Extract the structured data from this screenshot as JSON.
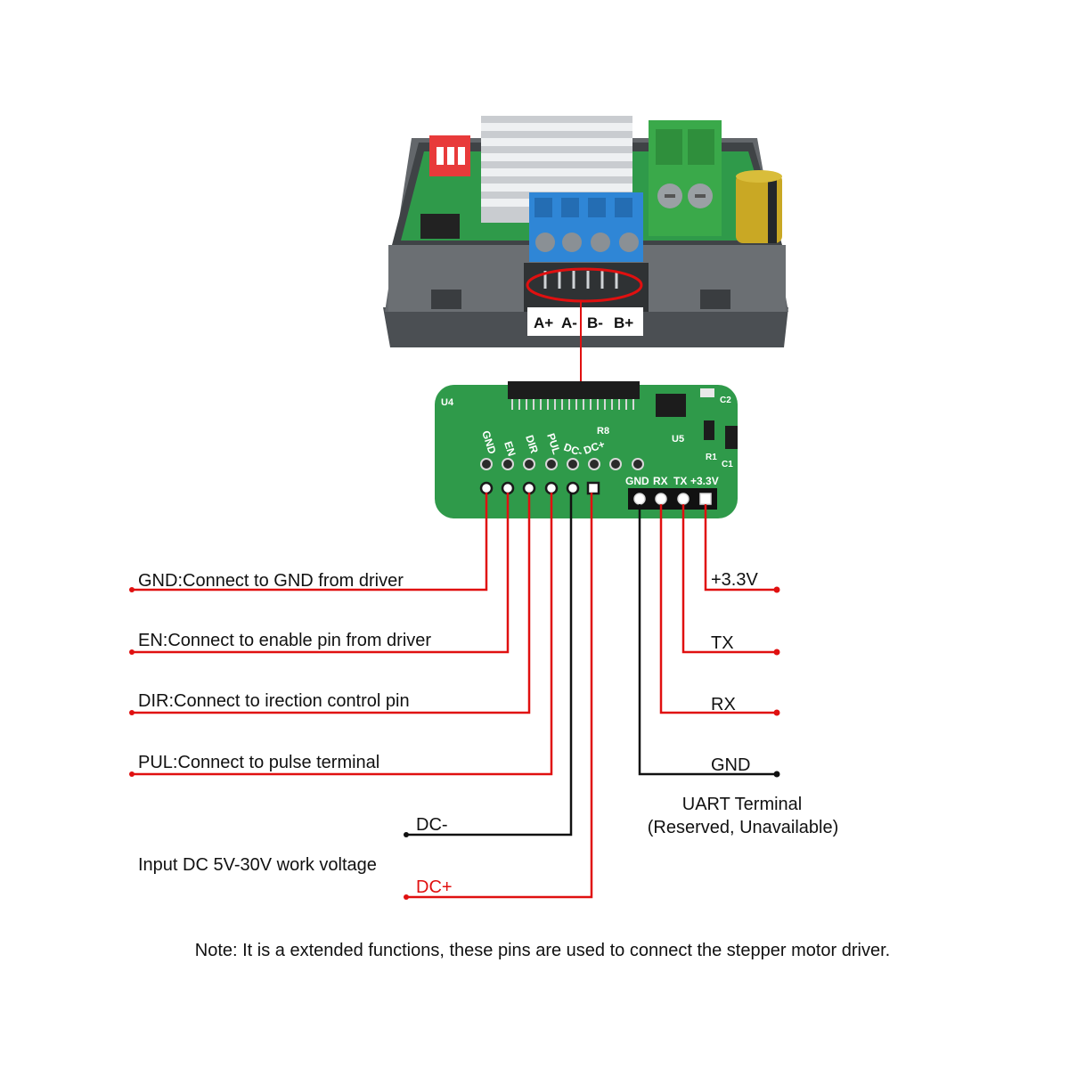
{
  "terminal_labels": [
    "A+",
    "A-",
    "B-",
    "B+"
  ],
  "pcb_pin_labels": [
    "GND",
    "EN",
    "DIR",
    "PUL",
    "DC-",
    "DC+"
  ],
  "pcb_uart_labels": [
    "GND",
    "RX",
    "TX",
    "+3.3V"
  ],
  "pcb_markings": {
    "u4": "U4",
    "u5": "U5",
    "r8": "R8",
    "r1": "R1",
    "c1": "C1",
    "c2": "C2"
  },
  "left_labels": {
    "gnd": "GND:Connect to GND from driver",
    "en": "EN:Connect to enable pin from driver",
    "dir": "DIR:Connect to irection control pin",
    "pul": "PUL:Connect to pulse terminal",
    "dc_minus": "DC-",
    "input": "Input DC 5V-30V work voltage",
    "dc_plus": "DC+"
  },
  "right_labels": {
    "v33": "+3.3V",
    "tx": "TX",
    "rx": "RX",
    "gnd": "GND",
    "uart_title": "UART Terminal",
    "uart_sub": "(Reserved, Unavailable)"
  },
  "note": "Note: It is a extended functions, these pins are used to connect the stepper motor driver.",
  "colors": {
    "wire_red": "#e01010",
    "wire_black": "#111111",
    "pcb_green": "#2f9a4a",
    "case_gray": "#5e6266",
    "terminal_blue": "#2f86d6",
    "terminal_green": "#3aa94a"
  }
}
